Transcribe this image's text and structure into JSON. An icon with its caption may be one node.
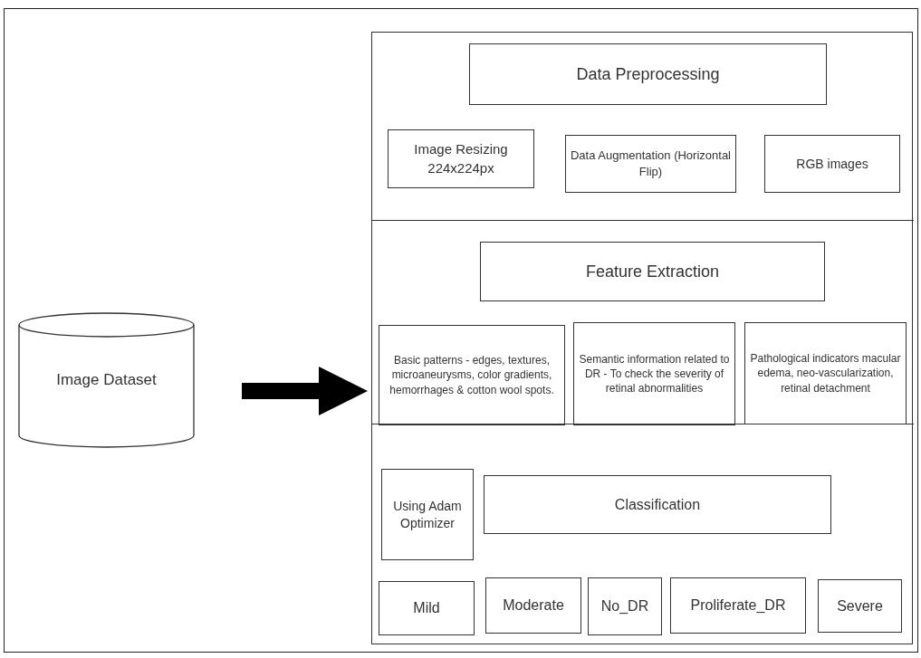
{
  "diagram": {
    "nodes": [
      {
        "text": [
          "Image Dataset"
        ]
      },
      {
        "text": [],
        "shape": "box"
      },
      {
        "text": [],
        "shape": "box",
        "in": 1
      },
      {
        "text": [
          "Data Preprocessing"
        ],
        "in": 2
      },
      {
        "text": [
          "Image Resizing 224x224px"
        ],
        "in": 2
      },
      {
        "text": [
          "Data Augmentation (Horizontal Flip)"
        ],
        "in": 2
      },
      {
        "text": [
          "RGB images"
        ],
        "in": 2
      },
      {
        "text": [],
        "shape": "box",
        "in": 1
      },
      {
        "text": [
          "Feature Extraction"
        ],
        "in": 7
      },
      {
        "text": [
          "Basic patterns - edges, textures, microaneurysms, color gradients, hemorrhages & cotton wool spots."
        ],
        "in": 7
      },
      {
        "text": [
          "Semantic information related to DR - To check the severity of retinal abnormalities"
        ],
        "in": 7
      },
      {
        "text": [
          "Pathological indicators macular edema, neo-vascularization, retinal detachment"
        ],
        "in": 7
      },
      {
        "text": [],
        "shape": "box",
        "in": 1
      },
      {
        "text": [
          "Using Adam Optimizer"
        ],
        "in": 12
      },
      {
        "text": [
          "Classification"
        ],
        "in": 12
      },
      {
        "text": [
          "Mild"
        ],
        "in": 12
      },
      {
        "text": [
          "Moderate"
        ],
        "in": 12
      },
      {
        "text": [
          "No_DR"
        ],
        "in": 12
      },
      {
        "text": [
          "Proliferate_DR"
        ],
        "in": 12
      },
      {
        "text": [
          "Severe"
        ],
        "in": 12
      }
    ],
    "edges": [
      {
        "from": 0,
        "to": 1,
        "arrow": "to"
      }
    ]
  }
}
